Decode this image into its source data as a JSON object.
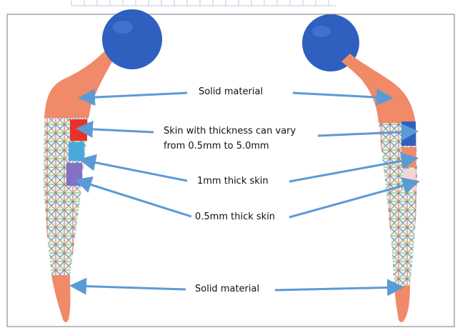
{
  "diagram": {
    "labels": {
      "solid_top": "Solid material",
      "skin_vary_1": "Skin with thickness can vary",
      "skin_vary_2": "from 0.5mm to 5.0mm",
      "thick_1mm": "1mm thick skin",
      "thick_05mm": "0.5mm thick skin",
      "solid_bottom": "Solid material"
    },
    "colors": {
      "arrow": "#5b9bd5",
      "head": "#2f5fbf",
      "stem": "#f08a68",
      "skin_thick": "#e8312b",
      "skin_1mm": "#4aa9dc",
      "skin_05mm": "#8470c4",
      "skin_pale": "#f4d6d6",
      "lattice_a": "#3a8bd8",
      "lattice_b": "#d84040",
      "lattice_c": "#46b34a"
    }
  }
}
